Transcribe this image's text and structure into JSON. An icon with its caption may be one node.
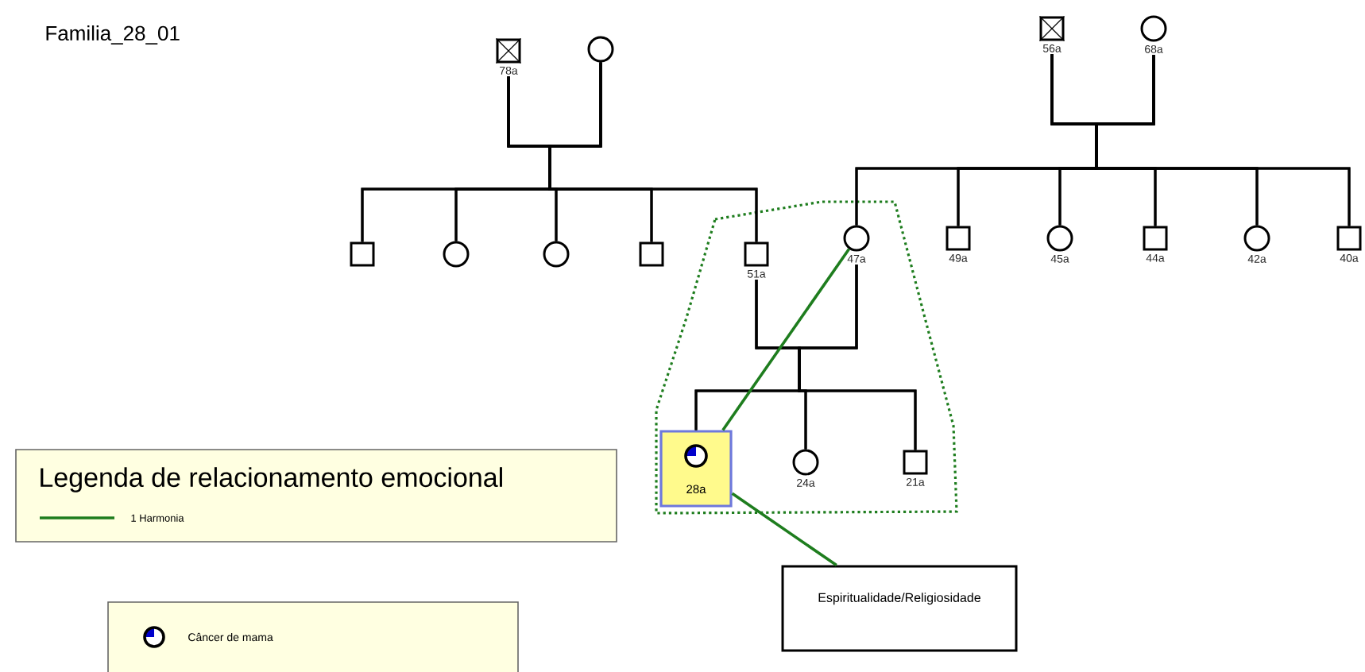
{
  "diagram": {
    "title": "Familia_28_01",
    "nodes": [
      {
        "text": [],
        "shape": "box",
        "beside": [
          "78a"
        ]
      },
      {
        "text": [],
        "shape": "circle"
      },
      {
        "text": [],
        "shape": "box"
      },
      {
        "text": [],
        "shape": "circle"
      },
      {
        "text": [],
        "shape": "circle"
      },
      {
        "text": [],
        "shape": "box"
      },
      {
        "text": [],
        "shape": "box",
        "beside": [
          "51a"
        ]
      },
      {
        "text": [],
        "shape": "box",
        "beside": [
          "56a"
        ]
      },
      {
        "text": [],
        "shape": "circle",
        "beside": [
          "68a"
        ]
      },
      {
        "text": [],
        "shape": "circle",
        "beside": [
          "47a"
        ]
      },
      {
        "text": [],
        "shape": "box",
        "beside": [
          "49a"
        ]
      },
      {
        "text": [],
        "shape": "circle",
        "beside": [
          "45a"
        ]
      },
      {
        "text": [],
        "shape": "box",
        "beside": [
          "44a"
        ]
      },
      {
        "text": [],
        "shape": "circle",
        "beside": [
          "42a"
        ]
      },
      {
        "text": [],
        "shape": "box",
        "beside": [
          "40a"
        ]
      },
      {
        "text": [
          "28a"
        ]
      },
      {
        "text": [],
        "shape": "circle",
        "beside": [
          "24a"
        ]
      },
      {
        "text": [],
        "shape": "box",
        "beside": [
          "21a"
        ]
      },
      {
        "text": [
          "Espiritualidade/Religiosidade"
        ]
      }
    ],
    "edges": [
      {
        "from": 0,
        "to": 2,
        "arrow": "none"
      },
      {
        "from": 0,
        "to": 3,
        "arrow": "none"
      },
      {
        "from": 0,
        "to": 4,
        "arrow": "none"
      },
      {
        "from": 0,
        "to": 5,
        "arrow": "none"
      },
      {
        "from": 0,
        "to": 6,
        "arrow": "none"
      },
      {
        "from": 1,
        "to": 2,
        "arrow": "none"
      },
      {
        "from": 1,
        "to": 3,
        "arrow": "none"
      },
      {
        "from": 1,
        "to": 4,
        "arrow": "none"
      },
      {
        "from": 1,
        "to": 5,
        "arrow": "none"
      },
      {
        "from": 1,
        "to": 6,
        "arrow": "none"
      },
      {
        "from": 7,
        "to": 9,
        "arrow": "none"
      },
      {
        "from": 7,
        "to": 10,
        "arrow": "none"
      },
      {
        "from": 7,
        "to": 11,
        "arrow": "none"
      },
      {
        "from": 7,
        "to": 12,
        "arrow": "none"
      },
      {
        "from": 7,
        "to": 13,
        "arrow": "none"
      },
      {
        "from": 7,
        "to": 14,
        "arrow": "none"
      },
      {
        "from": 8,
        "to": 9,
        "arrow": "none"
      },
      {
        "from": 8,
        "to": 10,
        "arrow": "none"
      },
      {
        "from": 8,
        "to": 11,
        "arrow": "none"
      },
      {
        "from": 8,
        "to": 12,
        "arrow": "none"
      },
      {
        "from": 8,
        "to": 13,
        "arrow": "none"
      },
      {
        "from": 8,
        "to": 14,
        "arrow": "none"
      },
      {
        "from": 6,
        "to": 15,
        "arrow": "none"
      },
      {
        "from": 6,
        "to": 16,
        "arrow": "none"
      },
      {
        "from": 6,
        "to": 17,
        "arrow": "none"
      },
      {
        "from": 9,
        "to": 15,
        "arrow": "none"
      },
      {
        "from": 9,
        "to": 16,
        "arrow": "none"
      },
      {
        "from": 9,
        "to": 17,
        "arrow": "none"
      },
      {
        "from": 9,
        "to": 15,
        "arrow": "none",
        "color": "#1e7d1e"
      },
      {
        "from": 15,
        "to": 18,
        "arrow": "none",
        "color": "#1e7d1e"
      }
    ],
    "labels": [
      "Legenda de relacionamento emocional"
    ],
    "legend": [
      {
        "text": "1 Harmonia"
      },
      {
        "text": "Câncer de mama"
      }
    ]
  }
}
